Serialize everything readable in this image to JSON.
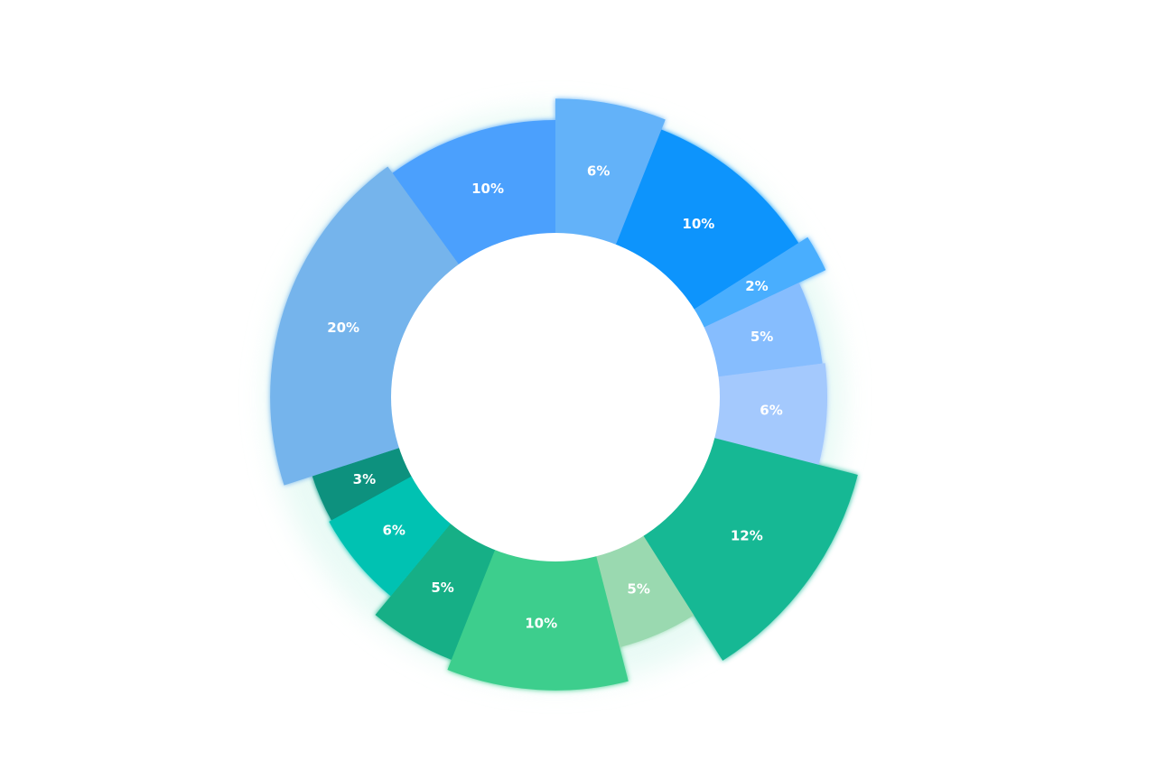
{
  "chart_data": {
    "type": "pie",
    "style": "donut",
    "direction": "clockwise",
    "start_angle_degrees_from_top": 0,
    "legend": "none",
    "slices": [
      {
        "label": "6%",
        "value": 6,
        "color": "#63B2F9",
        "emphasis": 1.11
      },
      {
        "label": "10%",
        "value": 10,
        "color": "#0A94FC",
        "emphasis": 1.07
      },
      {
        "label": "2%",
        "value": 2,
        "color": "#4AAEFE",
        "emphasis": 1.11
      },
      {
        "label": "5%",
        "value": 5,
        "color": "#86BDFE",
        "emphasis": 1.0
      },
      {
        "label": "6%",
        "value": 6,
        "color": "#A4C9FD",
        "emphasis": 1.01
      },
      {
        "label": "12%",
        "value": 12,
        "color": "#16B894",
        "emphasis": 1.16
      },
      {
        "label": "5%",
        "value": 5,
        "color": "#9AD9B0",
        "emphasis": 0.96
      },
      {
        "label": "10%",
        "value": 10,
        "color": "#3DCE8D",
        "emphasis": 1.09
      },
      {
        "label": "5%",
        "value": 5,
        "color": "#12AF86",
        "emphasis": 1.05
      },
      {
        "label": "6%",
        "value": 6,
        "color": "#06C2B2",
        "emphasis": 0.96
      },
      {
        "label": "3%",
        "value": 3,
        "color": "#08917E",
        "emphasis": 0.95
      },
      {
        "label": "20%",
        "value": 20,
        "color": "#74B4EC",
        "emphasis": 1.06
      },
      {
        "label": "10%",
        "value": 10,
        "color": "#4BA0FD",
        "emphasis": 1.03
      }
    ]
  }
}
